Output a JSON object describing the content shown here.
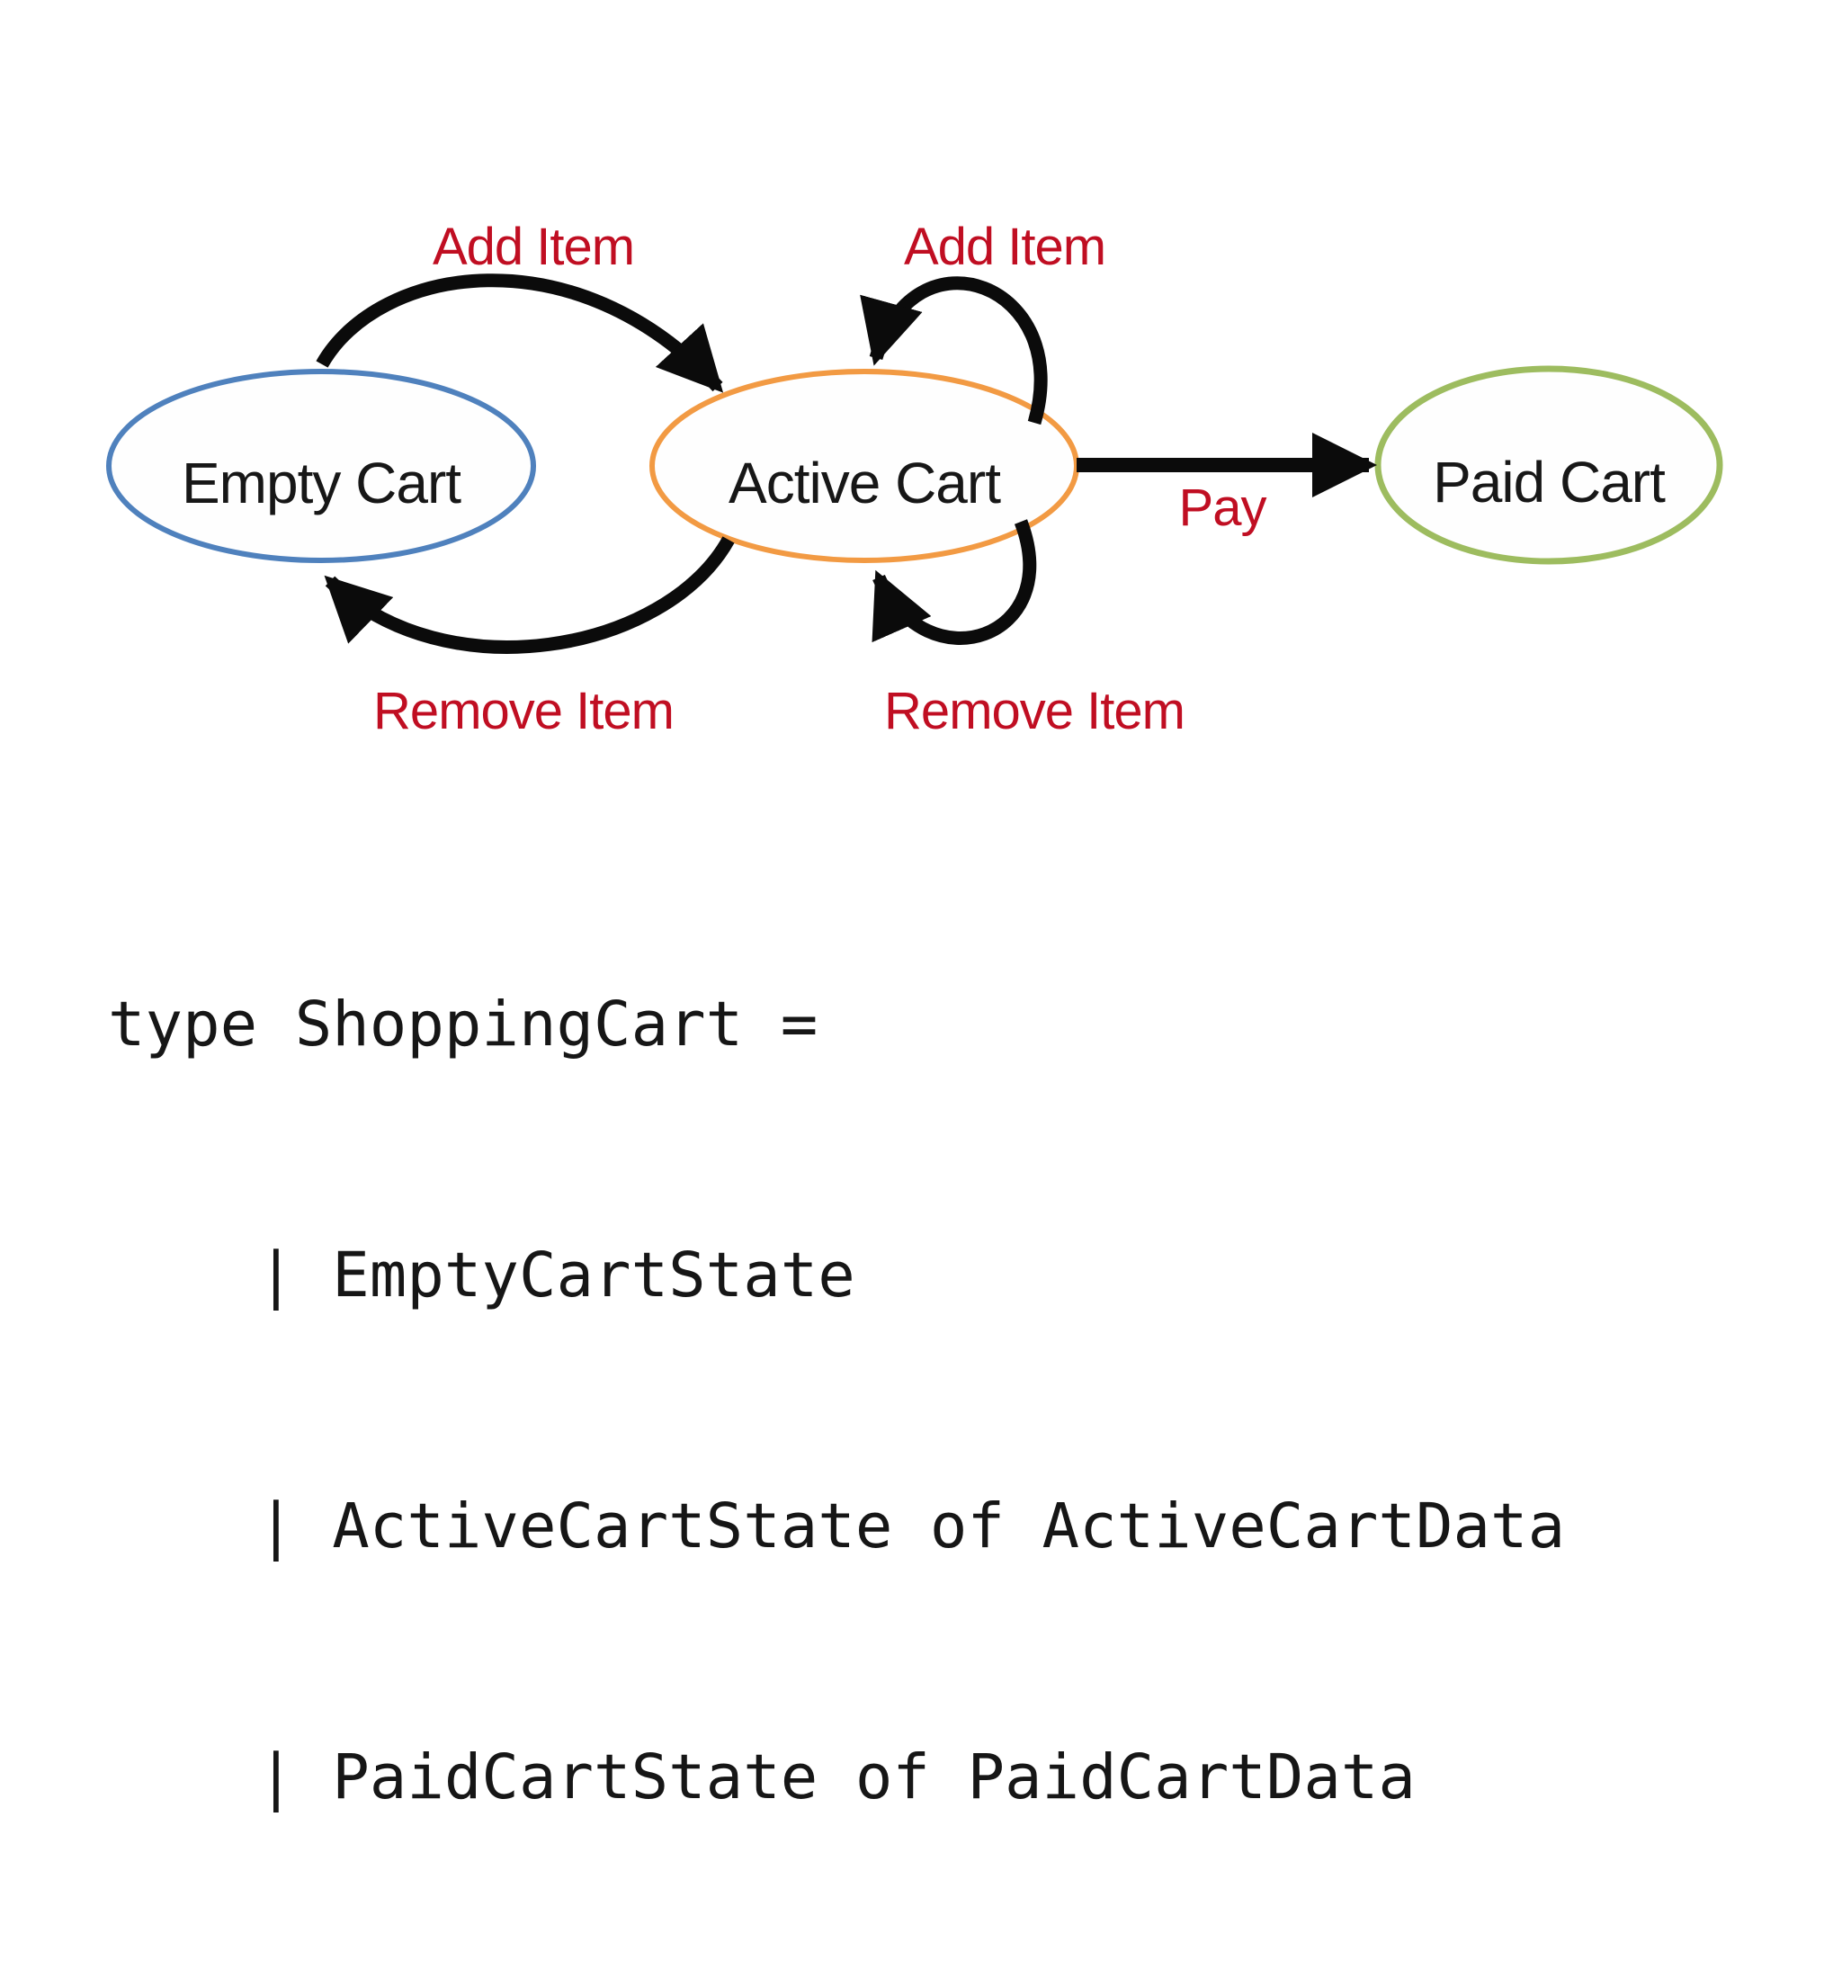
{
  "diagram": {
    "label_color": "#C00E22",
    "arrow_color": "#0B0B0B",
    "nodes": [
      {
        "id": "empty-cart",
        "label": "Empty Cart",
        "border_color": "#4F81BD"
      },
      {
        "id": "active-cart",
        "label": "Active Cart",
        "border_color": "#F29A43"
      },
      {
        "id": "paid-cart",
        "label": "Paid Cart",
        "border_color": "#9DBC5F"
      }
    ],
    "transitions": [
      {
        "label": "Add Item",
        "from": "empty-cart",
        "to": "active-cart"
      },
      {
        "label": "Add Item",
        "from": "active-cart",
        "to": "active-cart"
      },
      {
        "label": "Remove Item",
        "from": "active-cart",
        "to": "empty-cart"
      },
      {
        "label": "Remove Item",
        "from": "active-cart",
        "to": "active-cart"
      },
      {
        "label": "Pay",
        "from": "active-cart",
        "to": "paid-cart"
      }
    ]
  },
  "code": {
    "lines": [
      "type ShoppingCart =",
      "    | EmptyCartState",
      "    | ActiveCartState of ActiveCartData",
      "    | PaidCartState of PaidCartData"
    ]
  }
}
